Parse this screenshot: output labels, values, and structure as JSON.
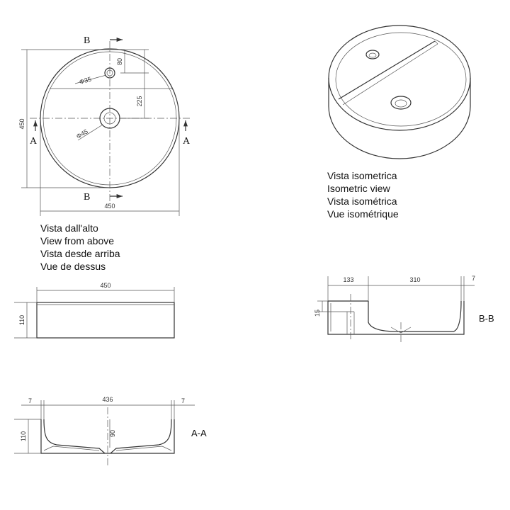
{
  "top_view": {
    "caption": [
      "Vista dall'alto",
      "View from above",
      "Vista desde arriba",
      "Vue de dessus"
    ],
    "section_b": "B",
    "section_a": "A",
    "dim_height": "450",
    "dim_width": "450",
    "dim_80": "80",
    "dim_225": "225",
    "dia_tap": "Φ35",
    "dia_drain": "Φ45"
  },
  "iso_view": {
    "caption": [
      "Vista isometrica",
      "Isometric view",
      "Vista isométrica",
      "Vue isométrique"
    ]
  },
  "side_view": {
    "dim_width": "450",
    "dim_height": "110"
  },
  "section_aa": {
    "label": "A-A",
    "dim_left": "7",
    "dim_inner": "436",
    "dim_right": "7",
    "dim_height": "110",
    "dim_depth": "90"
  },
  "section_bb": {
    "label": "B-B",
    "dim_shelf": "133",
    "dim_basin": "310",
    "dim_wall": "7",
    "dim_thick": "15"
  }
}
